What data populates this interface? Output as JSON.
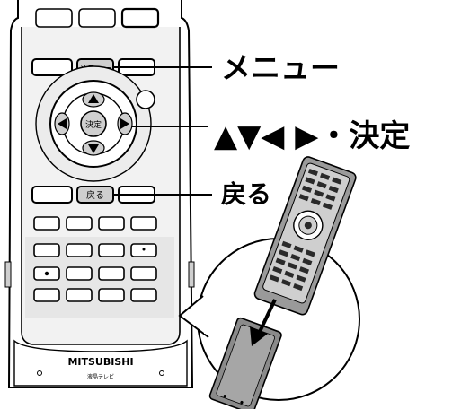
{
  "callouts": {
    "menu": "メニュー",
    "navigation": "▲▼◀ ▶・決定",
    "back": "戻る"
  },
  "remote": {
    "menu_button_label": "メニュー",
    "enter_button_label": "決定",
    "back_button_label": "戻る",
    "brand": "MITSUBISHI",
    "sub_brand": "液晶テレビ"
  },
  "icons": {
    "up": "triangle-up",
    "down": "triangle-down",
    "left": "triangle-left",
    "right": "triangle-right",
    "slide_arrow": "arrow-down-left"
  },
  "colors": {
    "outline": "#000000",
    "panel": "#ffffff",
    "shade": "#cfcfcf",
    "dark_shade": "#8a8a8a"
  }
}
